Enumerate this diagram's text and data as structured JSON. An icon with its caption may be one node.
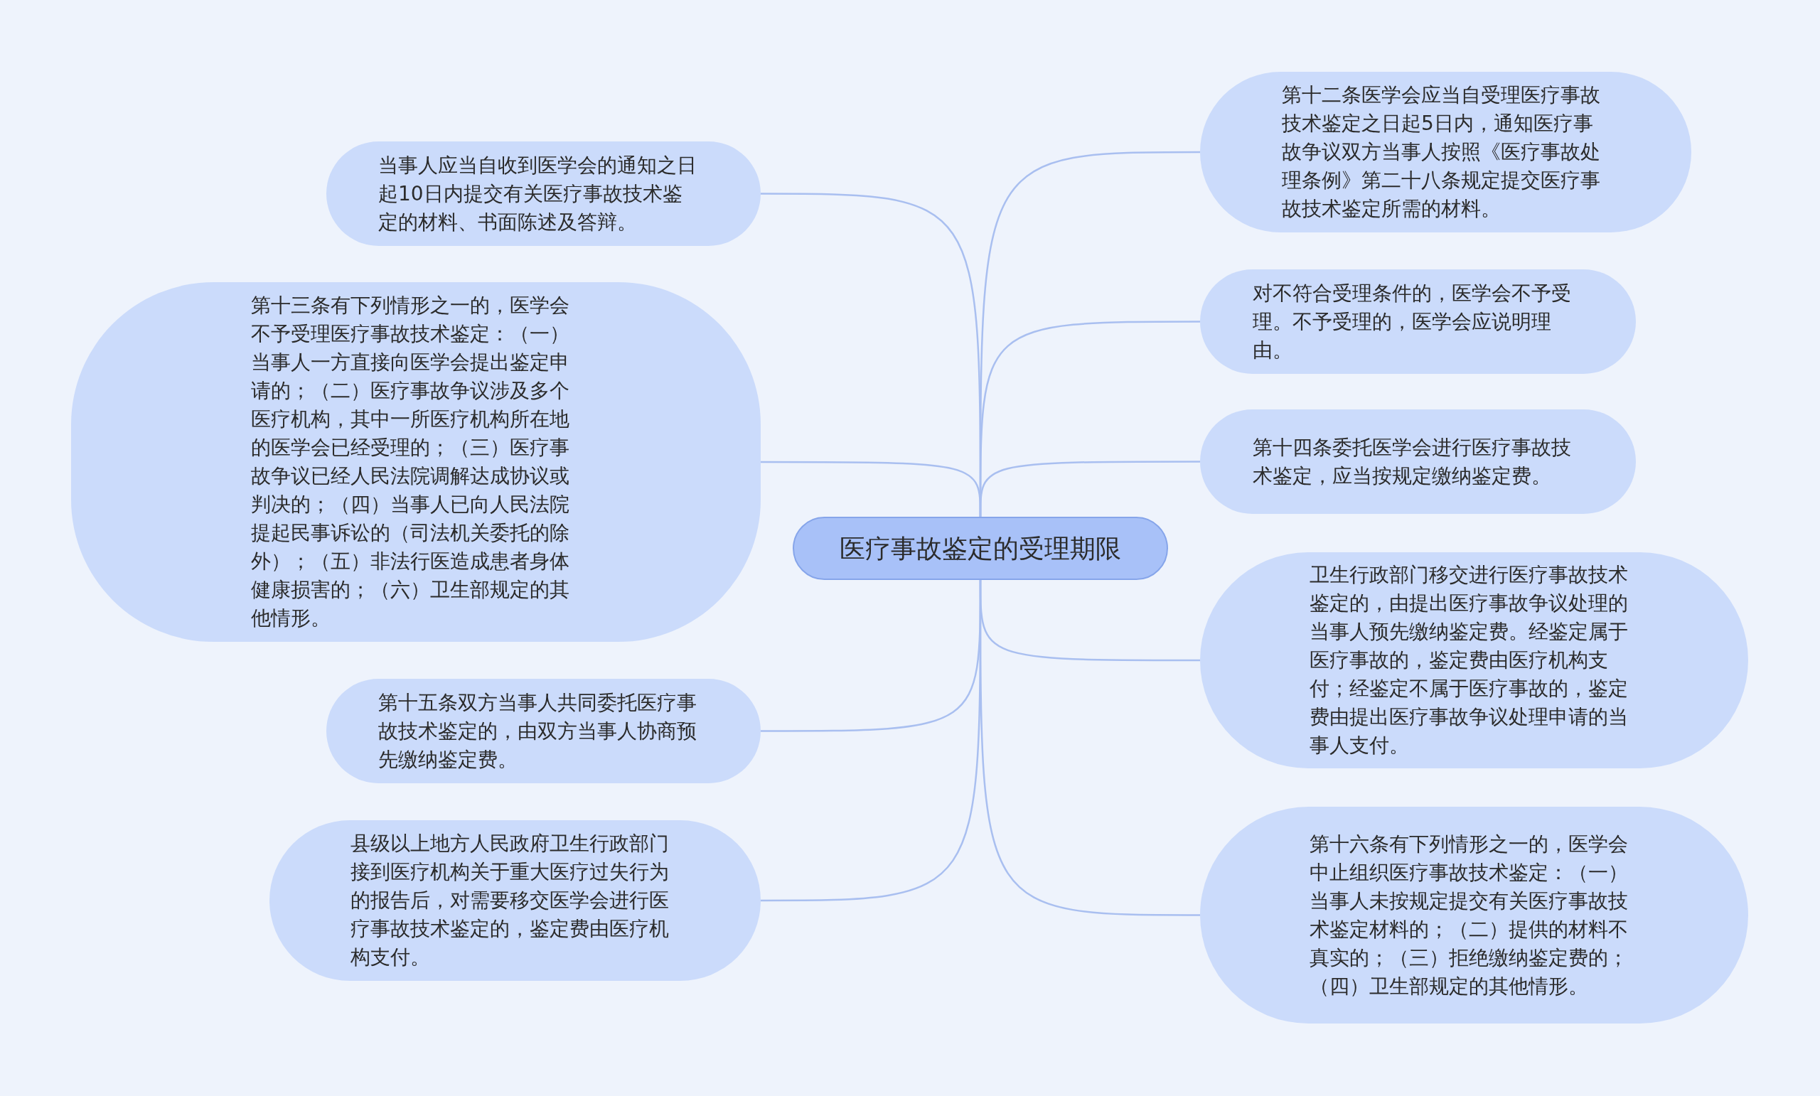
{
  "diagram": {
    "nodes": [
      {
        "text": [
          "医疗事故鉴定的受理期限"
        ]
      },
      {
        "text": [
          "当事人应当自收到医学会的通知之日起10日内提交有关医疗事故技术鉴定的材料、书面陈述及答辩。"
        ]
      },
      {
        "text": [
          "第十三条有下列情形之一的，医学会不予受理医疗事故技术鉴定：（一）当事人一方直接向医学会提出鉴定申请的；（二）医疗事故争议涉及多个医疗机构，其中一所医疗机构所在地的医学会已经受理的；（三）医疗事故争议已经人民法院调解达成协议或判决的；（四）当事人已向人民法院提起民事诉讼的（司法机关委托的除外）；（五）非法行医造成患者身体健康损害的；（六）卫生部规定的其他情形。"
        ]
      },
      {
        "text": [
          "第十五条双方当事人共同委托医疗事故技术鉴定的，由双方当事人协商预先缴纳鉴定费。"
        ]
      },
      {
        "text": [
          "县级以上地方人民政府卫生行政部门接到医疗机构关于重大医疗过失行为的报告后，对需要移交医学会进行医疗事故技术鉴定的，鉴定费由医疗机构支付。"
        ]
      },
      {
        "text": [
          "第十二条医学会应当自受理医疗事故技术鉴定之日起5日内，通知医疗事故争议双方当事人按照《医疗事故处理条例》第二十八条规定提交医疗事故技术鉴定所需的材料。"
        ]
      },
      {
        "text": [
          "对不符合受理条件的，医学会不予受理。不予受理的，医学会应说明理由。"
        ]
      },
      {
        "text": [
          "第十四条委托医学会进行医疗事故技术鉴定，应当按规定缴纳鉴定费。"
        ]
      },
      {
        "text": [
          "卫生行政部门移交进行医疗事故技术鉴定的，由提出医疗事故争议处理的当事人预先缴纳鉴定费。经鉴定属于医疗事故的，鉴定费由医疗机构支付；经鉴定不属于医疗事故的，鉴定费由提出医疗事故争议处理申请的当事人支付。"
        ]
      },
      {
        "text": [
          "第十六条有下列情形之一的，医学会中止组织医疗事故技术鉴定：（一）当事人未按规定提交有关医疗事故技术鉴定材料的；（二）提供的材料不真实的；（三）拒绝缴纳鉴定费的；（四）卫生部规定的其他情形。"
        ]
      }
    ],
    "edges": [
      {
        "from": 0,
        "to": 1,
        "arrow": "none"
      },
      {
        "from": 0,
        "to": 2,
        "arrow": "none"
      },
      {
        "from": 0,
        "to": 3,
        "arrow": "none"
      },
      {
        "from": 0,
        "to": 4,
        "arrow": "none"
      },
      {
        "from": 0,
        "to": 5,
        "arrow": "none"
      },
      {
        "from": 0,
        "to": 6,
        "arrow": "none"
      },
      {
        "from": 0,
        "to": 7,
        "arrow": "none"
      },
      {
        "from": 0,
        "to": 8,
        "arrow": "none"
      },
      {
        "from": 0,
        "to": 9,
        "arrow": "none"
      }
    ]
  }
}
